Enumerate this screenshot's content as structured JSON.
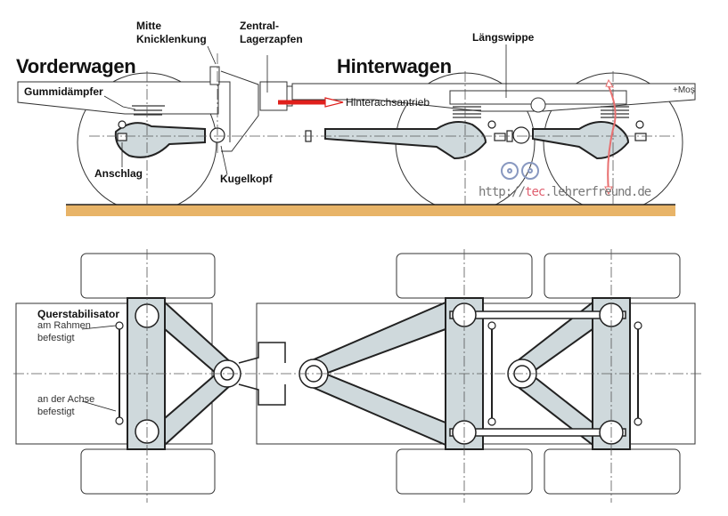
{
  "diagram": {
    "type": "technical-drawing",
    "subject": "articulated vehicle chassis (side view and top view)"
  },
  "side_view": {
    "title_front": "Vorderwagen",
    "title_rear": "Hinterwagen",
    "labels": {
      "center_articulation": "Mitte\nKnicklenkung",
      "center_articulation_line1": "Mitte",
      "center_articulation_line2": "Knicklenkung",
      "central_pivot_line1": "Zentral-",
      "central_pivot_line2": "Lagerzapfen",
      "rubber_damper": "Gummidämpfer",
      "stop": "Anschlag",
      "ball_head": "Kugelkopf",
      "rear_axle_drive": "Hinterachsantrieb",
      "longitudinal_rocker": "Längswippe",
      "signature": "+Moş"
    },
    "watermark": {
      "prefix": "http://",
      "accent": "tec",
      "suffix": ".lehrerfreund.de"
    }
  },
  "top_view": {
    "labels": {
      "anti_roll_bar": "Querstabilisator",
      "frame_mount_line1": "am Rahmen",
      "frame_mount_line2": "befestigt",
      "axle_mount_line1": "an der Achse",
      "axle_mount_line2": "befestigt"
    }
  },
  "colors": {
    "ground": "#e8b468",
    "axle_fill": "#cfd9dc",
    "arrow_drive": "#e0201c",
    "arrow_swing": "#e87070",
    "line": "#222222",
    "watermark_accent": "#e06070"
  }
}
